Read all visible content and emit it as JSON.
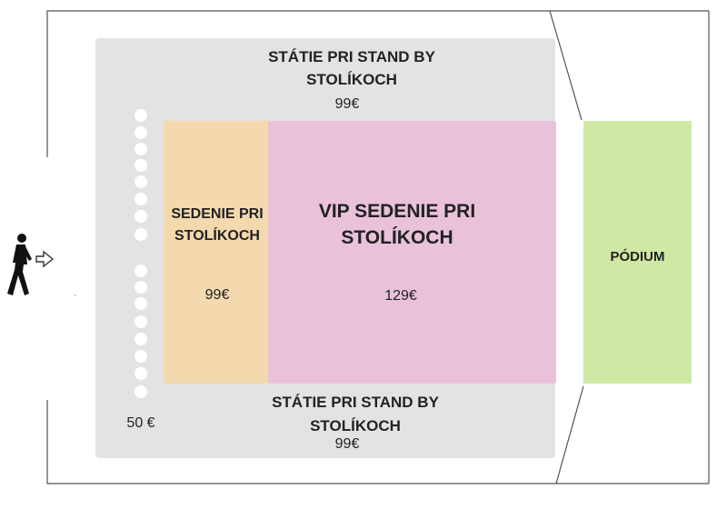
{
  "plan": {
    "standing_top": {
      "label": "STÁTIE PRI STAND BY STOLÍKOCH",
      "price": "99€"
    },
    "standing_bottom": {
      "label": "STÁTIE PRI STAND BY STOLÍKOCH",
      "price": "99€"
    },
    "seating": {
      "label": "SEDENIE PRI STOLÍKOCH",
      "price": "99€"
    },
    "vip": {
      "label": "VIP SEDENIE PRI STOLÍKOCH",
      "price": "129€"
    },
    "stage": {
      "label": "PÓDIUM"
    },
    "extra_price": "50 €"
  },
  "icons": {
    "entrance_person": "walking-person-icon",
    "entrance_arrow": "enter-arrow-icon",
    "chair_markers": "chair-dot-icon"
  },
  "colors": {
    "standing": "#e3e3e3",
    "seating": "#f5d9ae",
    "vip": "#e9c2da",
    "stage": "#cfe8a4",
    "outline": "#555555"
  }
}
